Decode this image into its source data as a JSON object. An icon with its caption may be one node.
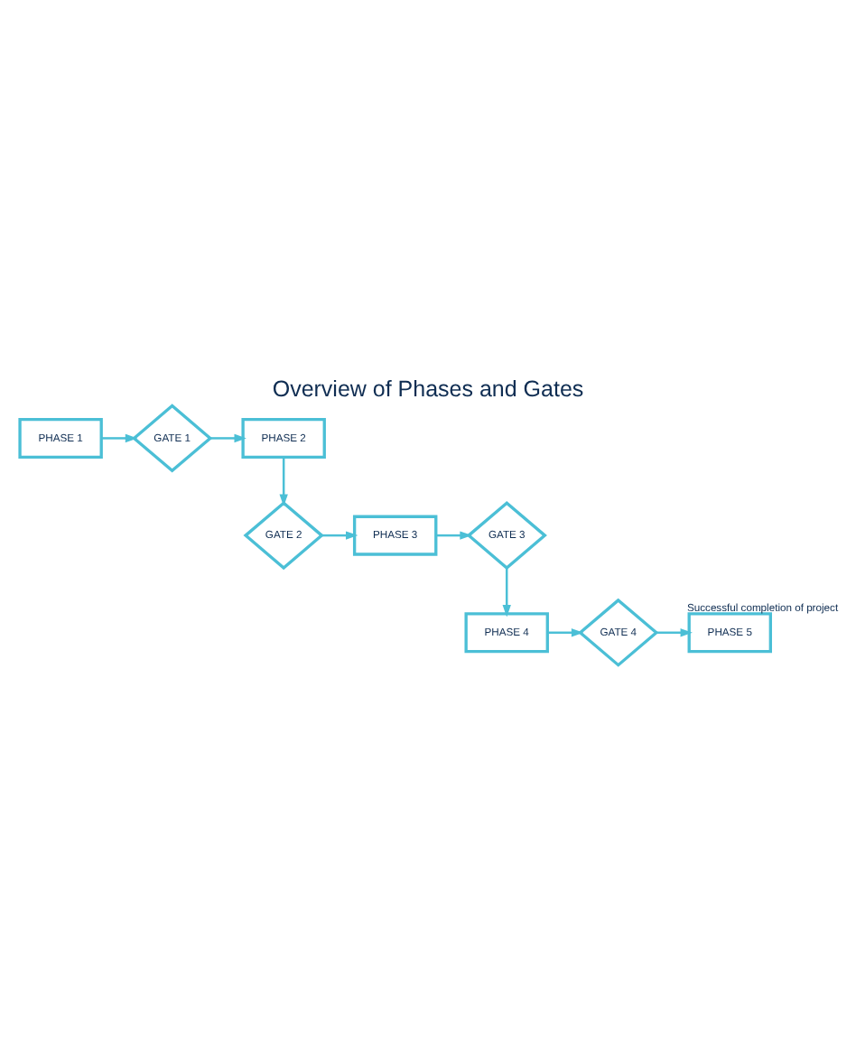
{
  "diagram": {
    "title": "Overview of Phases and Gates",
    "nodes": [
      {
        "text": [
          "PHASE 1"
        ]
      },
      {
        "text": [
          "GATE 1"
        ]
      },
      {
        "text": [
          "PHASE 2"
        ]
      },
      {
        "text": [
          "GATE 2"
        ]
      },
      {
        "text": [
          "PHASE 3"
        ]
      },
      {
        "text": [
          "GATE 3"
        ]
      },
      {
        "text": [
          "PHASE 4"
        ]
      },
      {
        "text": [
          "GATE 4"
        ]
      },
      {
        "text": [
          "PHASE 5"
        ],
        "beside": [
          "Successful completion of project"
        ]
      }
    ],
    "edges": [
      {
        "from": 0,
        "to": 1,
        "arrow": "to"
      },
      {
        "from": 1,
        "to": 2,
        "arrow": "to"
      },
      {
        "from": 2,
        "to": 3,
        "arrow": "to"
      },
      {
        "from": 3,
        "to": 4,
        "arrow": "to"
      },
      {
        "from": 4,
        "to": 5,
        "arrow": "to"
      },
      {
        "from": 5,
        "to": 6,
        "arrow": "to"
      },
      {
        "from": 6,
        "to": 7,
        "arrow": "to"
      },
      {
        "from": 7,
        "to": 8,
        "arrow": "to"
      }
    ]
  }
}
